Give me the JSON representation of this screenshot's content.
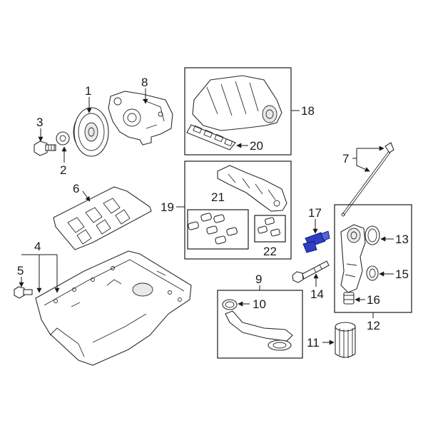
{
  "callouts": {
    "c1": "1",
    "c2": "2",
    "c3": "3",
    "c4": "4",
    "c5": "5",
    "c6": "6",
    "c7": "7",
    "c8": "8",
    "c9": "9",
    "c10": "10",
    "c11": "11",
    "c12": "12",
    "c13": "13",
    "c14": "14",
    "c15": "15",
    "c16": "16",
    "c17": "17",
    "c18": "18",
    "c19": "19",
    "c20": "20",
    "c21": "21",
    "c22": "22"
  },
  "colors": {
    "highlight": "#2f3fc4",
    "line": "#1a1a1a",
    "background": "#ffffff"
  }
}
